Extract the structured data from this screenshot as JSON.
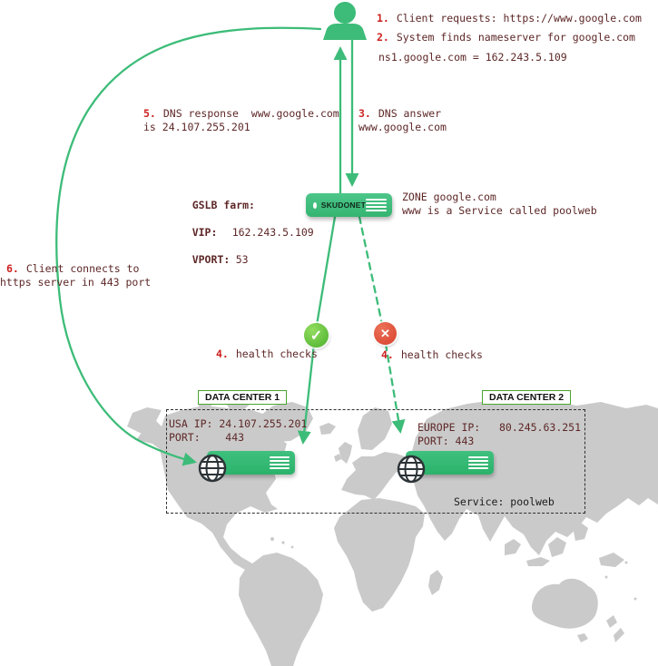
{
  "annotations": {
    "step1": {
      "num": "1.",
      "text": "Client requests: https://www.google.com"
    },
    "step2": {
      "num": "2.",
      "text": "System finds nameserver for google.com"
    },
    "nameserver": "ns1.google.com = 162.243.5.109",
    "dns_response": {
      "num": "5.",
      "line1": "DNS response  www.google.com",
      "line2": "is 24.107.255.201"
    },
    "dns_answer": {
      "num": "3.",
      "line1": "DNS answer",
      "line2": "www.google.com"
    },
    "client_connect": {
      "num": "6.",
      "line1": "Client connects to",
      "line2": "https server in 443 port"
    },
    "health_left": {
      "num": "4.",
      "text": "health checks"
    },
    "health_right": {
      "num": "4.",
      "text": "health checks"
    }
  },
  "gslb": {
    "title": "GSLB farm:",
    "vip_label": "VIP:",
    "vip_value": "162.243.5.109",
    "vport_label": "VPORT:",
    "vport_value": "53"
  },
  "appliance": {
    "name": "SKUDONET"
  },
  "zone": {
    "line1": "ZONE google.com",
    "line2": "www is a Service called poolweb"
  },
  "datacenter1": {
    "title": "DATA CENTER 1",
    "ip_line": "USA IP: 24.107.255.201",
    "port_line": "PORT:    443"
  },
  "datacenter2": {
    "title": "DATA CENTER 2",
    "ip_line": "EUROPE IP:   80.245.63.251",
    "port_line": "PORT: 443"
  },
  "service_note": "Service: poolweb",
  "icons": {
    "ok": "✓",
    "fail": "✕"
  },
  "colors": {
    "arrow_green": "#3cbc78",
    "appliance_green": "#3fc07e",
    "check_green": "#49b02a",
    "cross_red": "#d8402c",
    "step_number_red": "#cc1f1f",
    "text_maroon": "#5e2727",
    "map_gray": "#cacaca",
    "dc_label_border_green": "#4aa52e"
  }
}
